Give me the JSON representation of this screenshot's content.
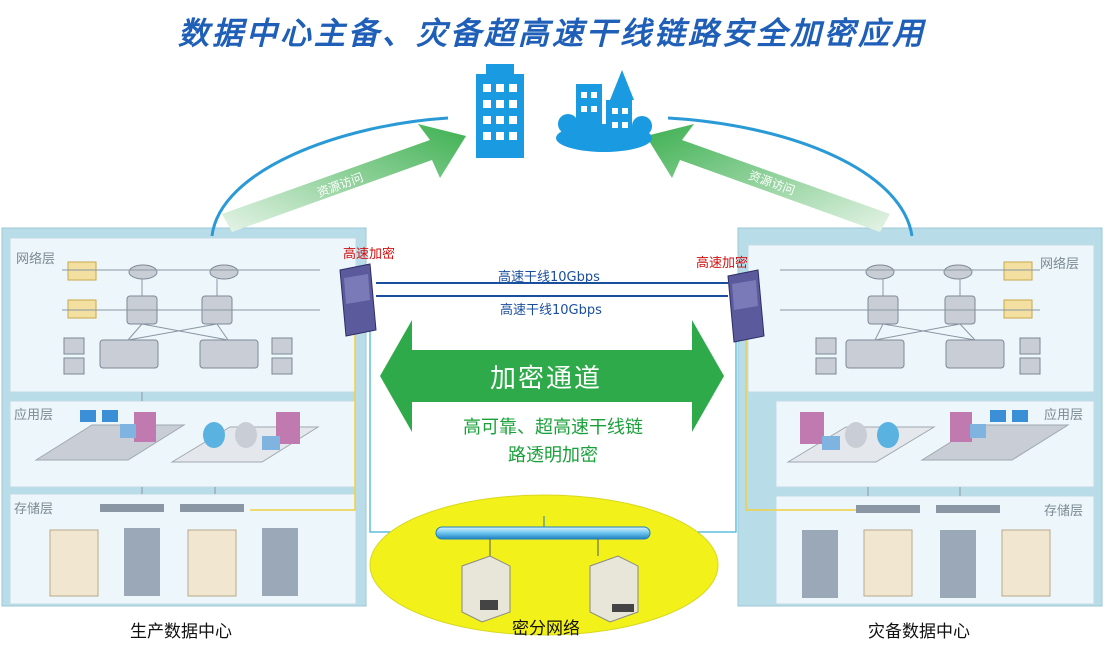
{
  "title": "数据中心主备、灾备超高速干线链路安全加密应用",
  "left_dc": {
    "name": "生产数据中心",
    "layers": [
      "网络层",
      "应用层",
      "存储层"
    ]
  },
  "right_dc": {
    "name": "灾备数据中心",
    "layers": [
      "网络层",
      "应用层",
      "存储层"
    ]
  },
  "encryptor_left_label": "高速加密",
  "encryptor_right_label": "高速加密",
  "trunk_lines": [
    "高速干线10Gbps",
    "高速干线10Gbps"
  ],
  "channel": {
    "label": "加密通道",
    "desc_line1": "高可靠、超高速干线链",
    "desc_line2": "路透明加密"
  },
  "resource_access_left": "资源访问",
  "resource_access_right": "资源访问",
  "key_network": "密分网络",
  "colors": {
    "title": "#1f5fb8",
    "panel": "#b9dde8",
    "green_arrow": "#2eaa4a",
    "key_network_fill": "#f2f21a",
    "trunk_line": "#1a4fa0",
    "encrypt_label": "#d01010"
  }
}
